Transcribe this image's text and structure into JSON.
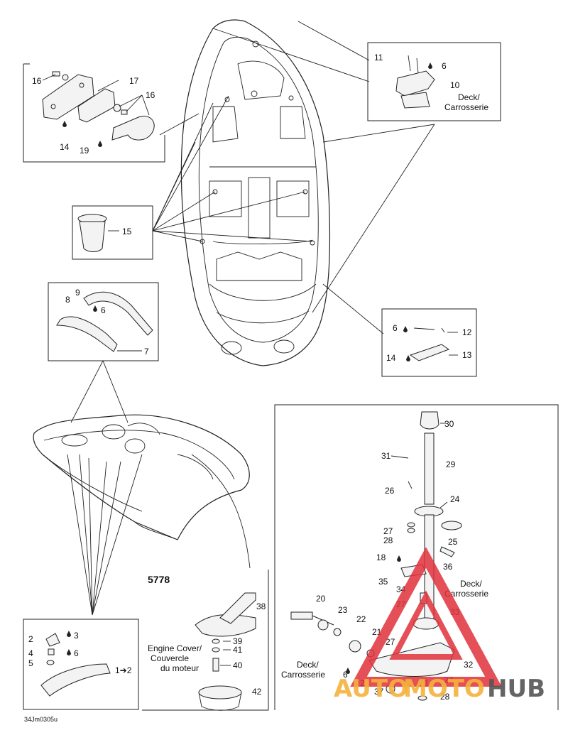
{
  "diagram_code": "34Jm0305u",
  "panel_code": "5778",
  "deck_en": "Deck/",
  "deck_fr": "Carrosserie",
  "engine_cover": [
    "Engine Cover/",
    "Couvercle",
    "du moteur"
  ],
  "arrow_note": "1➔2",
  "watermark": {
    "part1": "AUTO",
    "part2": "MOTO",
    "part3": "HUB",
    "colors": {
      "triangle": "#e0303a",
      "auto": "#f4b23c",
      "moto": "#f4b23c",
      "hub": "#555555"
    }
  },
  "parts": {
    "p1": "1",
    "p2": "2",
    "p3": "3",
    "p4": "4",
    "p5": "5",
    "p6": "6",
    "p7": "7",
    "p8": "8",
    "p9": "9",
    "p10": "10",
    "p11": "11",
    "p12": "12",
    "p13": "13",
    "p14": "14",
    "p15": "15",
    "p16": "16",
    "p17": "17",
    "p18": "18",
    "p19": "19",
    "p20": "20",
    "p21": "21",
    "p22": "22",
    "p23": "23",
    "p24": "24",
    "p25": "25",
    "p26": "26",
    "p27": "27",
    "p28": "28",
    "p29": "29",
    "p30": "30",
    "p31": "31",
    "p32": "32",
    "p33": "33",
    "p34": "34",
    "p35": "35",
    "p36": "36",
    "p37": "37",
    "p38": "38",
    "p39": "39",
    "p40": "40",
    "p41": "41",
    "p42": "42"
  }
}
